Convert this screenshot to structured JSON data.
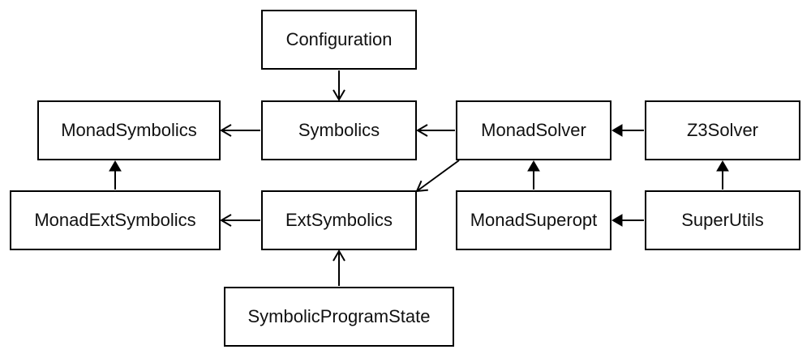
{
  "diagram": {
    "nodes": {
      "configuration": "Configuration",
      "monad_symbolics": "MonadSymbolics",
      "symbolics": "Symbolics",
      "monad_solver": "MonadSolver",
      "z3_solver": "Z3Solver",
      "monad_ext_symbolics": "MonadExtSymbolics",
      "ext_symbolics": "ExtSymbolics",
      "monad_superopt": "MonadSuperopt",
      "super_utils": "SuperUtils",
      "symbolic_program_state": "SymbolicProgramState"
    },
    "edges": [
      {
        "from": "configuration",
        "to": "symbolics",
        "arrow": "open"
      },
      {
        "from": "symbolics",
        "to": "monad_symbolics",
        "arrow": "open"
      },
      {
        "from": "monad_solver",
        "to": "symbolics",
        "arrow": "open"
      },
      {
        "from": "z3_solver",
        "to": "monad_solver",
        "arrow": "filled"
      },
      {
        "from": "monad_ext_symbolics",
        "to": "monad_symbolics",
        "arrow": "filled"
      },
      {
        "from": "ext_symbolics",
        "to": "monad_ext_symbolics",
        "arrow": "open"
      },
      {
        "from": "monad_solver",
        "to": "ext_symbolics",
        "arrow": "open"
      },
      {
        "from": "monad_superopt",
        "to": "monad_solver",
        "arrow": "filled"
      },
      {
        "from": "super_utils",
        "to": "monad_superopt",
        "arrow": "filled"
      },
      {
        "from": "super_utils",
        "to": "z3_solver",
        "arrow": "filled"
      },
      {
        "from": "symbolic_program_state",
        "to": "ext_symbolics",
        "arrow": "open"
      }
    ],
    "colors": {
      "stroke": "#000000",
      "text": "#111111",
      "background": "#ffffff"
    }
  }
}
